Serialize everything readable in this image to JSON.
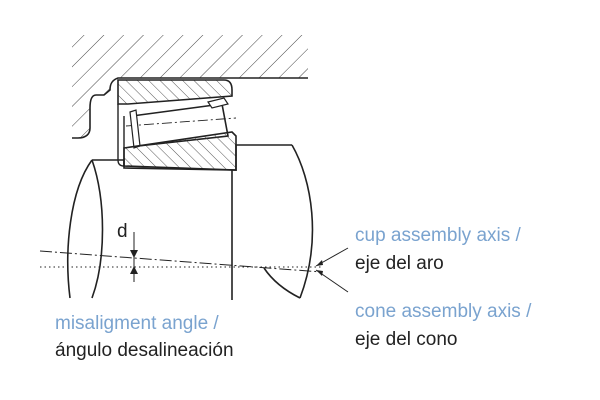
{
  "labels": {
    "d": "d",
    "cup_axis_en": "cup assembly axis /",
    "cup_axis_es": "eje del aro",
    "cone_axis_en": "cone assembly axis /",
    "cone_axis_es": "eje del cono",
    "misalignment_en": "misaligment angle /",
    "misalignment_es": "ángulo desalineación"
  },
  "colors": {
    "english_label": "#7aa3cf",
    "spanish_label": "#222222",
    "line": "#222222"
  }
}
